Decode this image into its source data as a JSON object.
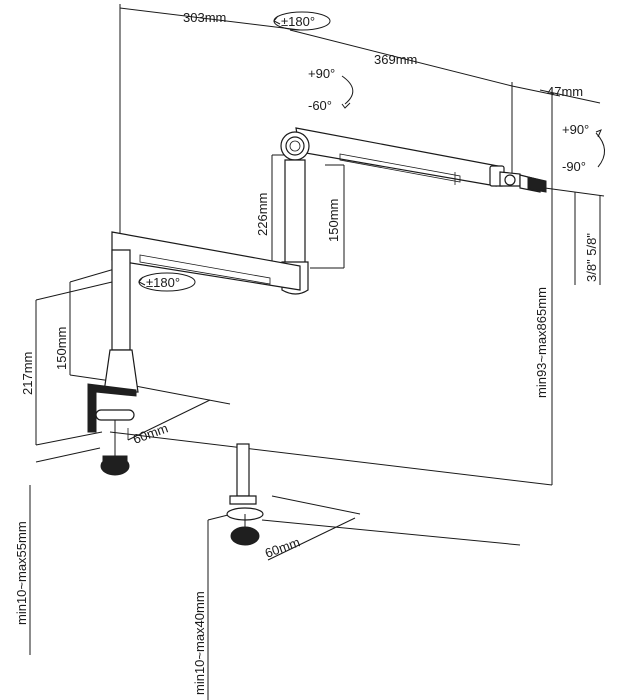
{
  "dimensions": {
    "top_width": "303mm",
    "arm_length": "369mm",
    "tip_length": "47mm",
    "upper_post_height": "226mm",
    "upper_post_inner": "150mm",
    "lower_post_height": "150mm",
    "total_base_height": "217mm",
    "mount_depth_clamp": "60mm",
    "mount_depth_grommet": "60mm",
    "reach_range": "min93~max865mm",
    "clamp_range": "min10~max55mm",
    "grommet_range": "min10~max40mm",
    "thread_size": "3/8\" 5/8\""
  },
  "rotations": {
    "top_swivel": "±180°",
    "lower_swivel": "±180°",
    "elbow_up": "+90°",
    "elbow_down": "-60°",
    "tilt_up": "+90°",
    "tilt_down": "-90°"
  }
}
